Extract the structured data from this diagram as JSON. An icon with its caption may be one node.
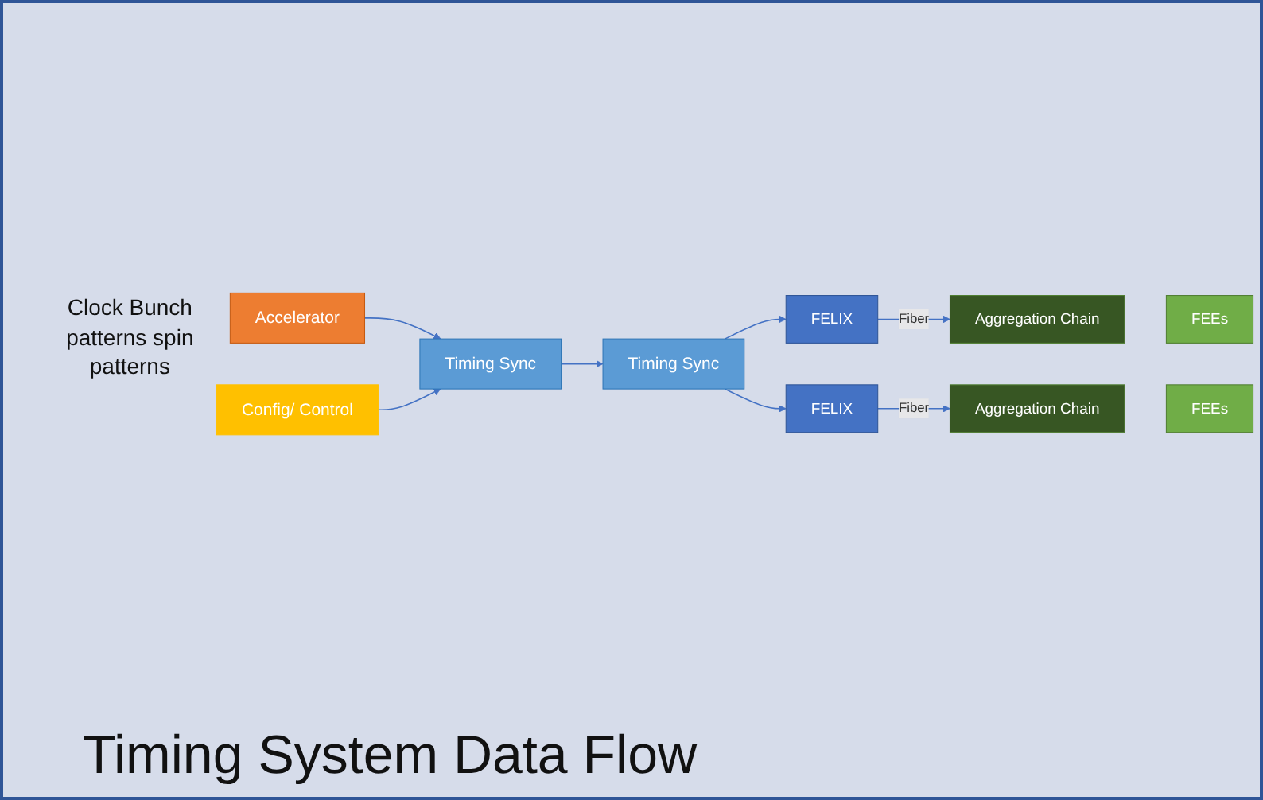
{
  "diagram": {
    "title": "Timing System Data Flow",
    "nodes": [
      {
        "text": [
          "FEEs"
        ]
      },
      {
        "text": [
          "Aggregation Chain"
        ]
      },
      {
        "text": [
          "FEEs"
        ]
      },
      {
        "text": [
          "Aggregation Chain"
        ]
      },
      {
        "text": [
          "FELIX"
        ]
      },
      {
        "text": [
          "FELIX"
        ]
      },
      {
        "text": [
          "Accelerator"
        ],
        "beside": [
          "Clock Bunch patterns spin patterns"
        ]
      },
      {
        "text": [
          "Timing Sync"
        ]
      },
      {
        "text": [
          "Timing Sync"
        ]
      },
      {
        "text": [
          "Config/ Control"
        ]
      }
    ],
    "edges": [
      {
        "from": 4,
        "to": 1,
        "arrow": "to",
        "label": "Fiber"
      },
      {
        "from": 5,
        "to": 3,
        "arrow": "to",
        "label": "Fiber"
      },
      {
        "from": 6,
        "to": 7,
        "arrow": "to"
      },
      {
        "from": 7,
        "to": 8,
        "arrow": "to"
      },
      {
        "from": 9,
        "to": 7,
        "arrow": "to"
      },
      {
        "from": 8,
        "to": 4,
        "arrow": "to"
      },
      {
        "from": 8,
        "to": 5,
        "arrow": "to"
      }
    ]
  }
}
